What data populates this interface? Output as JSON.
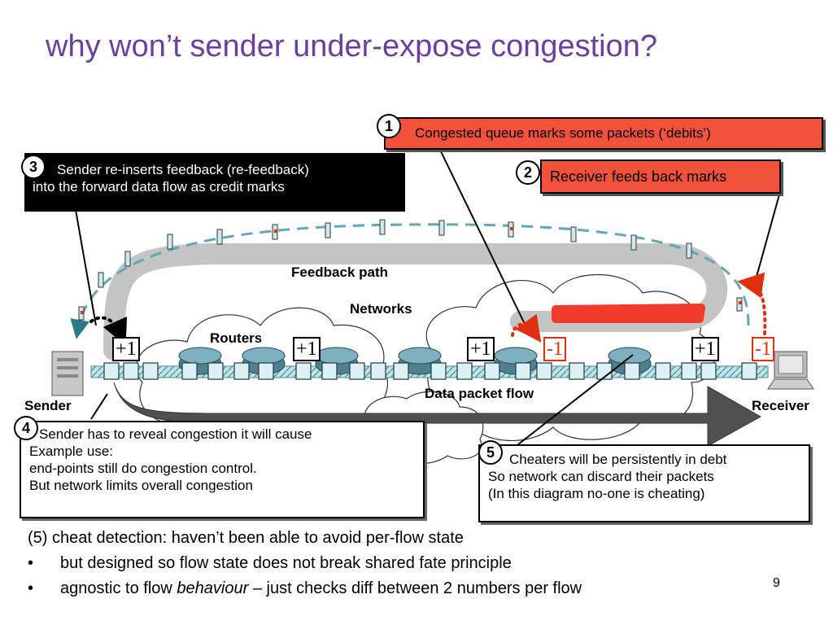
{
  "title": "why won’t sender under-expose congestion?",
  "callouts": {
    "c1": {
      "num": "1",
      "text": "Congested queue marks some packets (‘debits’)"
    },
    "c2": {
      "num": "2",
      "text": "Receiver feeds back marks"
    },
    "c3": {
      "num": "3",
      "lines": [
        "Sender re-inserts feedback (re-feedback)",
        "into the forward data flow as credit marks"
      ]
    },
    "c4": {
      "num": "4",
      "lines": [
        "Sender has to reveal congestion it will cause",
        "Example use:",
        "end-points still do congestion control.",
        "But network limits overall congestion"
      ]
    },
    "c5": {
      "num": "5",
      "lines": [
        "Cheaters will be persistently in debt",
        "So network can discard their packets",
        "(In this diagram no-one is cheating)"
      ]
    }
  },
  "labels": {
    "feedback_path": "Feedback path",
    "networks": "Networks",
    "routers": "Routers",
    "data_flow": "Data packet flow",
    "sender": "Sender",
    "receiver": "Receiver"
  },
  "marks": {
    "credit": "+1",
    "debit": "-1"
  },
  "footer": {
    "lines": [
      "(5) cheat detection: haven’t been able to avoid per-flow state",
      "but designed so flow state does not break shared fate principle"
    ],
    "last": {
      "pre": "agnostic to flow ",
      "em": "behaviour",
      "post": " – just checks diff between 2 numbers per flow"
    },
    "bullet": "•"
  },
  "page_number": "9",
  "colors": {
    "title": "#6b3fa0",
    "callout_red": "#f2523a",
    "debit": "#e03010",
    "dash": "#5fa8b8",
    "arrow": "#555555"
  }
}
